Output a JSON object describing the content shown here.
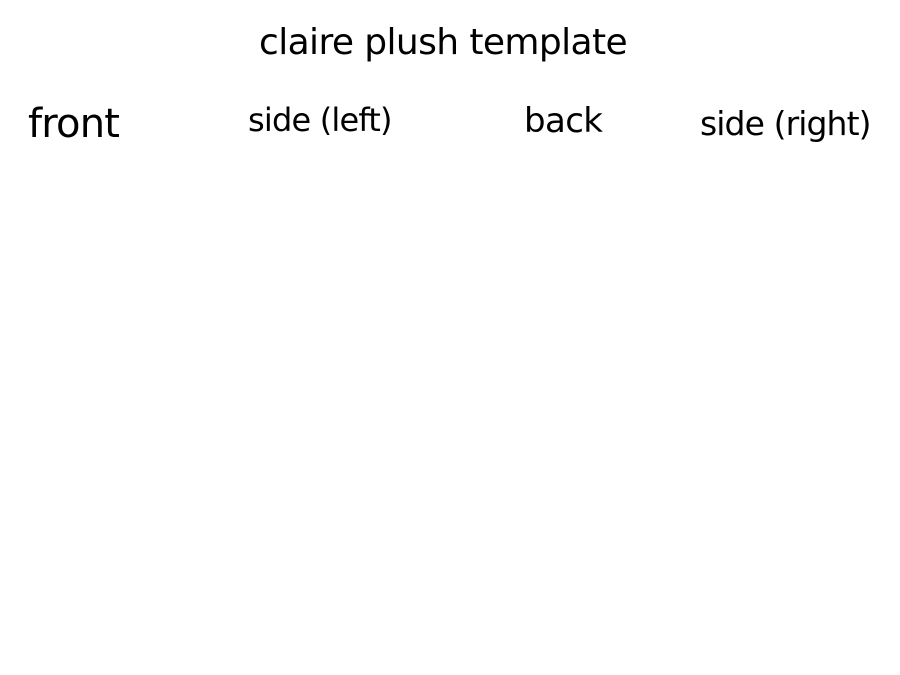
{
  "title": "claire plush template",
  "views": {
    "front": "front",
    "side_left": "side (left)",
    "back": "back",
    "side_right": "side (right)"
  }
}
